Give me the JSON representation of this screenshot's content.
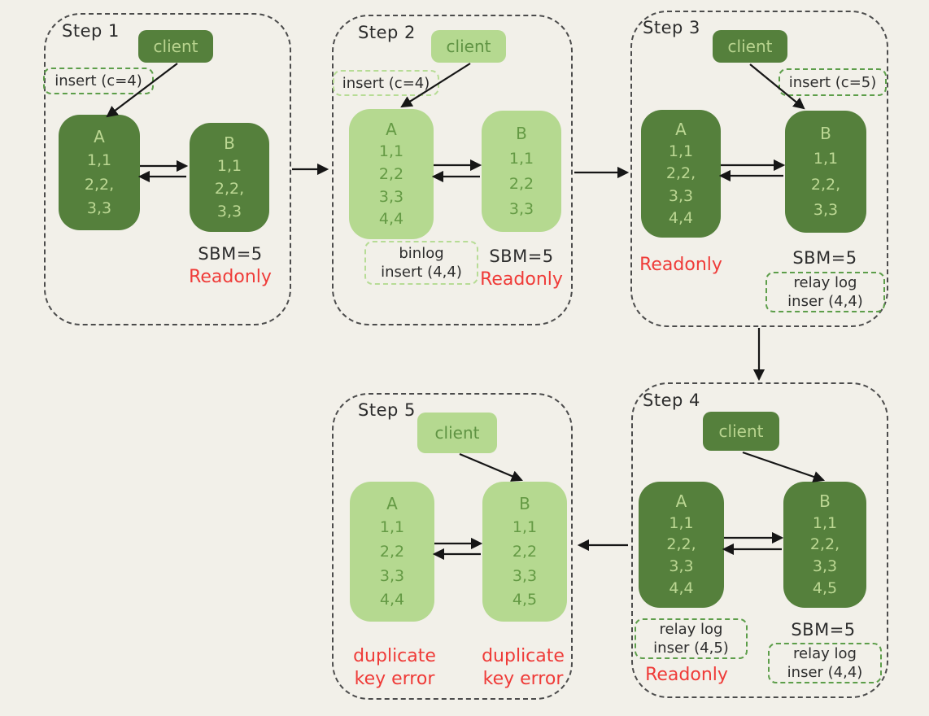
{
  "colors": {
    "background": "#f2f0e9",
    "node_dark_green": "#55803c",
    "node_light_green": "#b5d990",
    "text_on_dark": "#bcd793",
    "text_on_light": "#649a44",
    "error_red": "#ef3b38",
    "ink": "#2d2d2d",
    "step_border": "#4c4c4c",
    "tag_border_green": "#5d9e4a",
    "tag_border_light_green": "#b7dc96",
    "arrow": "#161616"
  },
  "steps": [
    {
      "title": "Step 1",
      "client_label": "client",
      "insert_label": "insert (c=4)",
      "node_a": {
        "title": "A",
        "rows": [
          "1,1",
          "2,2,",
          "3,3"
        ]
      },
      "node_b": {
        "title": "B",
        "rows": [
          "1,1",
          "2,2,",
          "3,3"
        ]
      },
      "sbm_label": "SBM=5",
      "readonly_label": "Readonly"
    },
    {
      "title": "Step 2",
      "client_label": "client",
      "insert_label": "insert (c=4)",
      "node_a": {
        "title": "A",
        "rows": [
          "1,1",
          "2,2",
          "3,3",
          "4,4"
        ]
      },
      "node_b": {
        "title": "B",
        "rows": [
          "1,1",
          "2,2",
          "3,3"
        ]
      },
      "binlog_label": {
        "line1": "binlog",
        "line2": "insert (4,4)"
      },
      "sbm_label": "SBM=5",
      "readonly_label": "Readonly"
    },
    {
      "title": "Step 3",
      "client_label": "client",
      "insert_label": "insert (c=5)",
      "node_a": {
        "title": "A",
        "rows": [
          "1,1",
          "2,2,",
          "3,3",
          "4,4"
        ]
      },
      "node_b": {
        "title": "B",
        "rows": [
          "1,1",
          "2,2,",
          "3,3"
        ]
      },
      "readonly_label": "Readonly",
      "sbm_label": "SBM=5",
      "relay_b_label": {
        "line1": "relay log",
        "line2": "inser (4,4)"
      }
    },
    {
      "title": "Step 4",
      "client_label": "client",
      "node_a": {
        "title": "A",
        "rows": [
          "1,1",
          "2,2,",
          "3,3",
          "4,4"
        ]
      },
      "node_b": {
        "title": "B",
        "rows": [
          "1,1",
          "2,2,",
          "3,3",
          "4,5"
        ]
      },
      "relay_a_label": {
        "line1": "relay log",
        "line2": "inser (4,5)"
      },
      "readonly_label": "Readonly",
      "sbm_label": "SBM=5",
      "relay_b_label": {
        "line1": "relay log",
        "line2": "inser (4,4)"
      }
    },
    {
      "title": "Step 5",
      "client_label": "client",
      "node_a": {
        "title": "A",
        "rows": [
          "1,1",
          "2,2",
          "3,3",
          "4,4"
        ]
      },
      "node_b": {
        "title": "B",
        "rows": [
          "1,1",
          "2,2",
          "3,3",
          "4,5"
        ]
      },
      "error_a_label": {
        "line1": "duplicate",
        "line2": "key error"
      },
      "error_b_label": {
        "line1": "duplicate",
        "line2": "key error"
      }
    }
  ]
}
